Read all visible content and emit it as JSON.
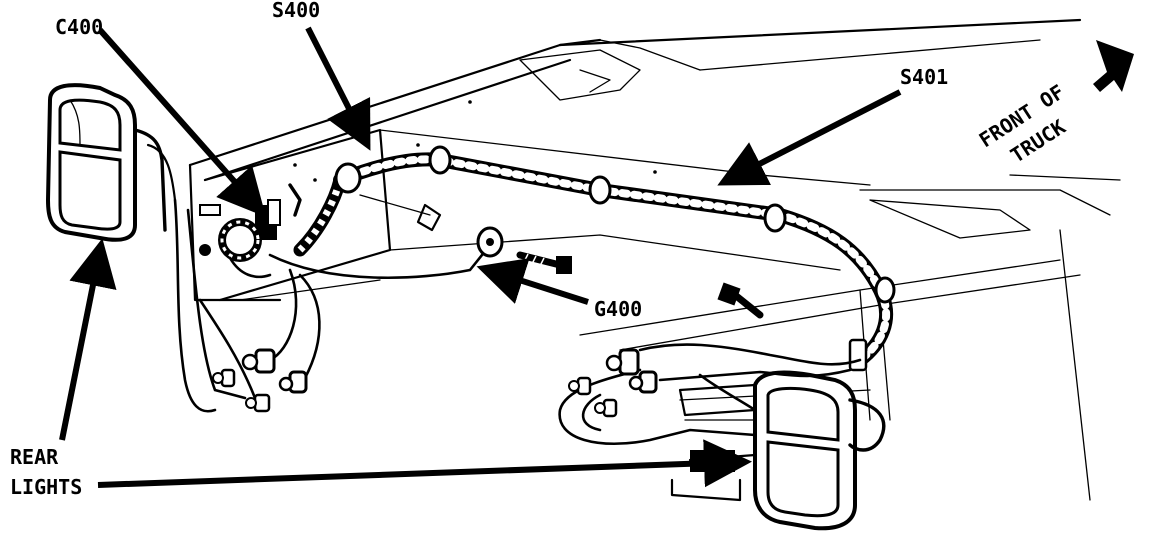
{
  "labels": {
    "c400": "C400",
    "s400": "S400",
    "s401": "S401",
    "g400": "G400",
    "front_line1": "FRONT OF",
    "front_line2": "TRUCK",
    "rear_line1": "REAR",
    "rear_line2": "LIGHTS"
  },
  "icons": {
    "front_arrow": "arrow-up-right-icon",
    "callout_arrow": "callout-arrow-icon"
  },
  "colors": {
    "ink": "#000000",
    "paper": "#ffffff"
  }
}
